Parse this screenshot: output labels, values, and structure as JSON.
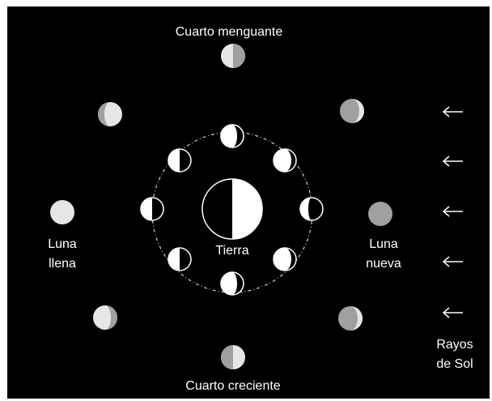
{
  "labels": {
    "third_quarter": "Cuarto menguante",
    "first_quarter": "Cuarto creciente",
    "full_moon_line1": "Luna",
    "full_moon_line2": "llena",
    "new_moon_line1": "Luna",
    "new_moon_line2": "nueva",
    "earth": "Tierra",
    "sun_rays_line1": "Rayos",
    "sun_rays_line2": "de Sol"
  },
  "colors": {
    "background": "#000000",
    "frame": "#ffffff",
    "moon_light": "#e6e6e6",
    "moon_gray": "#a0a0a0",
    "orbit": "#cccccc"
  }
}
